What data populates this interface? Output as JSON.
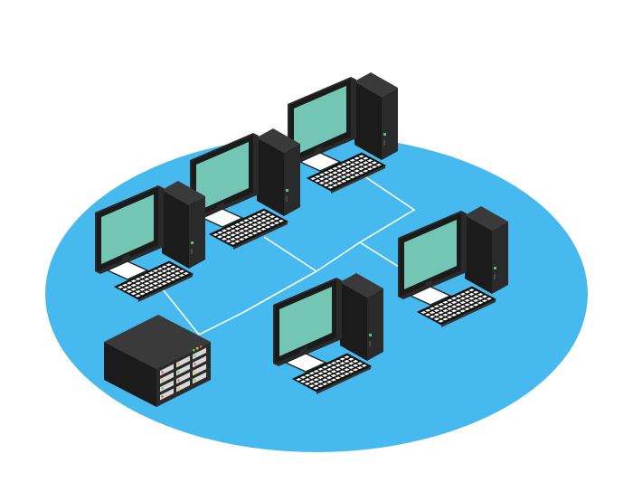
{
  "diagram": {
    "colors": {
      "floor": "#46baee",
      "screen": "#74c6b4",
      "device_front": "#1b1b1b",
      "device_side": "#2a2a2a",
      "device_top": "#3a3a3a",
      "link": "#ffffff",
      "keys": "#ffffff",
      "led_green": "#3fd46b",
      "led_red": "#e0504a",
      "led_amber": "#f2b233"
    },
    "nodes": [
      {
        "id": "workstation-1",
        "kind": "workstation",
        "icon": "desktop-computer-icon"
      },
      {
        "id": "workstation-2",
        "kind": "workstation",
        "icon": "desktop-computer-icon"
      },
      {
        "id": "workstation-3",
        "kind": "workstation",
        "icon": "desktop-computer-icon"
      },
      {
        "id": "workstation-4",
        "kind": "workstation",
        "icon": "desktop-computer-icon"
      },
      {
        "id": "workstation-5",
        "kind": "workstation",
        "icon": "desktop-computer-icon"
      },
      {
        "id": "server",
        "kind": "server",
        "icon": "server-rack-icon"
      }
    ],
    "links": [
      [
        "server",
        "workstation-5"
      ],
      [
        "server",
        "workstation-1"
      ],
      [
        "workstation-2",
        "workstation-5"
      ],
      [
        "workstation-3",
        "workstation-4"
      ],
      [
        "workstation-5",
        "workstation-4"
      ]
    ]
  }
}
